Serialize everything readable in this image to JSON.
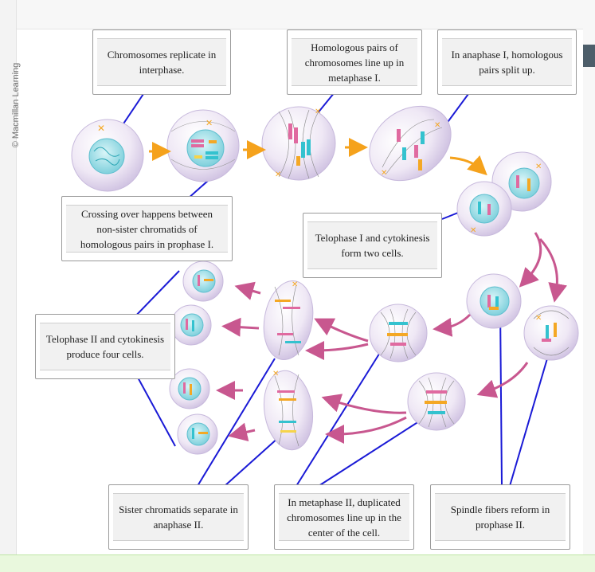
{
  "credit": "© Macmillan Learning",
  "labels": {
    "replicate": "Chromosomes replicate in interphase.",
    "homologous_line": "Homologous pairs of chromosomes line up in metaphase I.",
    "anaphase1": "In anaphase I, homologous pairs split up.",
    "crossing_over": "Crossing over happens between non-sister chromatids of homologous pairs in prophase I.",
    "telophase1": "Telophase I and cytokinesis form two cells.",
    "telophase2": "Telophase II and cytokinesis produce four cells.",
    "sister_separate": "Sister chromatids separate in anaphase II.",
    "metaphase2": "In metaphase II, duplicated chromosomes line up in the center of the cell.",
    "spindle_reform": "Spindle fibers reform in prophase II."
  },
  "colors": {
    "leader_line": "#1a1ad6",
    "arrow_orange": "#f5a21c",
    "arrow_magenta": "#c8578f",
    "cell": "#e9e2f1",
    "nucleus": "#a4dde6",
    "chrom_pink": "#e06aa0",
    "chrom_cyan": "#34c2cf",
    "chrom_orange": "#f4a825",
    "chrom_yellow": "#f6d44a"
  }
}
